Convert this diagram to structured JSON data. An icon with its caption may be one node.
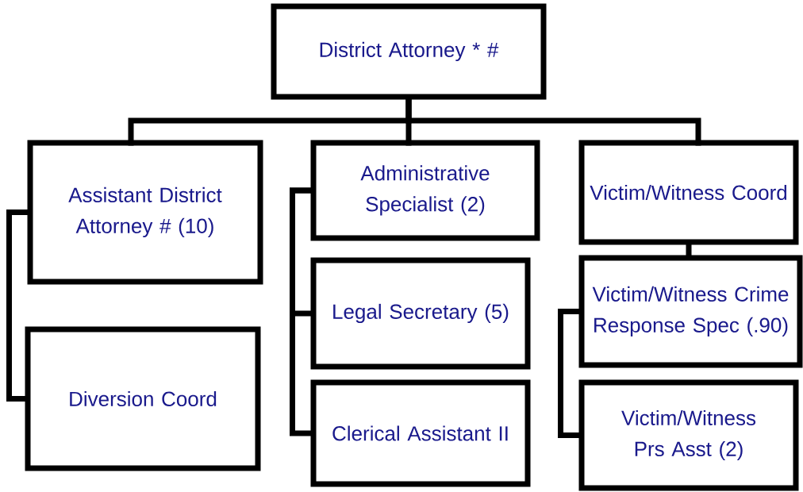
{
  "diagram": {
    "nodes": [
      {
        "text": [
          "District Attorney * #"
        ]
      },
      {
        "text": [
          "Assistant District Attorney # (10)"
        ]
      },
      {
        "text": [
          "Diversion Coord"
        ]
      },
      {
        "text": [
          "Administrative Specialist (2)"
        ]
      },
      {
        "text": [
          "Legal Secretary (5)"
        ]
      },
      {
        "text": [
          "Clerical Assistant II"
        ]
      },
      {
        "text": [
          "Victim/Witness Coord"
        ]
      },
      {
        "text": [
          "Victim/Witness Crime Response Spec (.90)"
        ]
      },
      {
        "text": [
          "Victim/Witness Prs Asst (2)"
        ]
      }
    ],
    "edges": [
      {
        "from": 0,
        "to": 1,
        "arrow": "none"
      },
      {
        "from": 0,
        "to": 3,
        "arrow": "none"
      },
      {
        "from": 0,
        "to": 6,
        "arrow": "none"
      },
      {
        "from": 1,
        "to": 2,
        "arrow": "none"
      },
      {
        "from": 3,
        "to": 4,
        "arrow": "none"
      },
      {
        "from": 3,
        "to": 5,
        "arrow": "none"
      },
      {
        "from": 6,
        "to": 7,
        "arrow": "none"
      },
      {
        "from": 7,
        "to": 8,
        "arrow": "none"
      }
    ]
  }
}
